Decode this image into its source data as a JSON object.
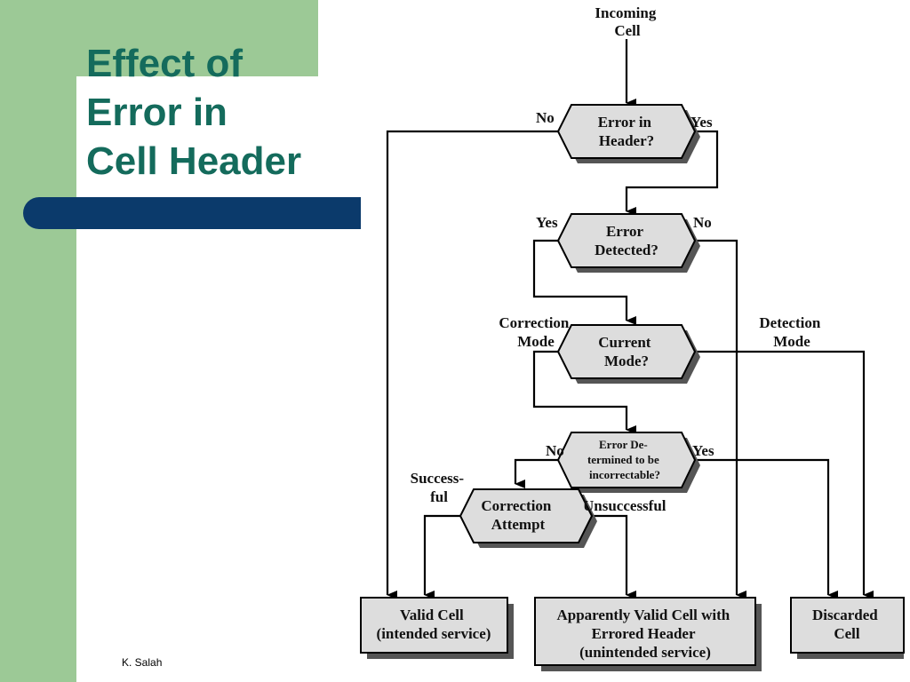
{
  "slide": {
    "title_lines": [
      "Effect of",
      "Error in",
      "Cell Header"
    ],
    "footer": "K. Salah"
  },
  "diagram": {
    "start": {
      "lines": [
        "Incoming",
        "Cell"
      ]
    },
    "decisions": {
      "error_in_header": {
        "lines": [
          "Error in",
          "Header?"
        ],
        "no": "No",
        "yes": "Yes"
      },
      "error_detected": {
        "lines": [
          "Error",
          "Detected?"
        ],
        "yes": "Yes",
        "no": "No"
      },
      "current_mode": {
        "lines": [
          "Current",
          "Mode?"
        ],
        "left": [
          "Correction",
          "Mode"
        ],
        "right": [
          "Detection",
          "Mode"
        ]
      },
      "incorrectable": {
        "lines": [
          "Error De-",
          "termined to be",
          "incorrectable?"
        ],
        "no": "No",
        "yes": "Yes"
      },
      "correction_attempt": {
        "lines": [
          "Correction",
          "Attempt"
        ],
        "left": [
          "Success-",
          "ful"
        ],
        "right": "Unsuccessful"
      }
    },
    "outcomes": {
      "valid": {
        "lines": [
          "Valid Cell",
          "(intended service)"
        ]
      },
      "apparently_valid": {
        "lines": [
          "Apparently Valid Cell with",
          "Errored Header",
          "(unintended service)"
        ]
      },
      "discarded": {
        "lines": [
          "Discarded",
          "Cell"
        ]
      }
    }
  }
}
